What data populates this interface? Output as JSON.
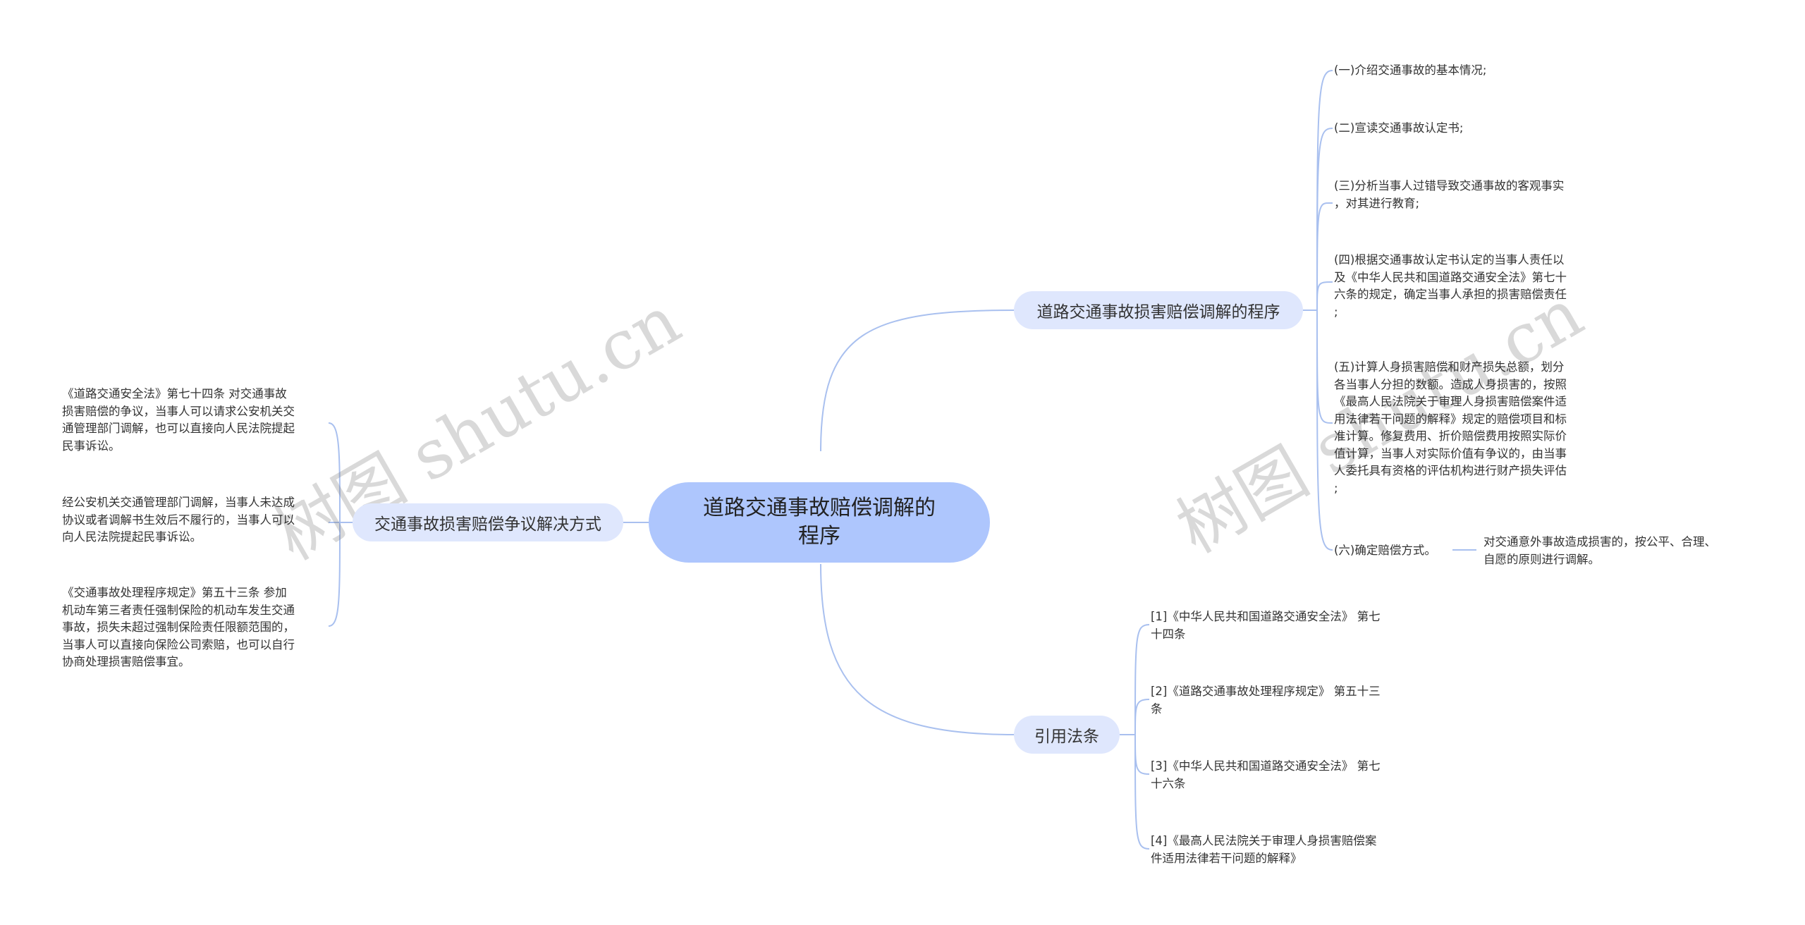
{
  "root": {
    "label": "道路交通事故赔偿调解的\n程序"
  },
  "branches": {
    "procedure": {
      "label": "道路交通事故损害赔偿调解的程序",
      "items": [
        "(一)介绍交通事故的基本情况;",
        "(二)宣读交通事故认定书;",
        "(三)分析当事人过错导致交通事故的客观事实\n，对其进行教育;",
        "(四)根据交通事故认定书认定的当事人责任以\n及《中华人民共和国道路交通安全法》第七十\n六条的规定，确定当事人承担的损害赔偿责任\n;",
        "(五)计算人身损害赔偿和财产损失总额，划分\n各当事人分担的数额。造成人身损害的，按照\n《最高人民法院关于审理人身损害赔偿案件适\n用法律若干问题的解释》规定的赔偿项目和标\n准计算。修复费用、折价赔偿费用按照实际价\n值计算，当事人对实际价值有争议的，由当事\n人委托具有资格的评估机构进行财产损失评估\n;",
        "(六)确定赔偿方式。"
      ],
      "sub_item": "对交通意外事故造成损害的，按公平、合理、\n自愿的原则进行调解。"
    },
    "dispute": {
      "label": "交通事故损害赔偿争议解决方式",
      "items": [
        "《道路交通安全法》第七十四条 对交通事故\n损害赔偿的争议，当事人可以请求公安机关交\n通管理部门调解，也可以直接向人民法院提起\n民事诉讼。",
        "经公安机关交通管理部门调解，当事人未达成\n协议或者调解书生效后不履行的，当事人可以\n向人民法院提起民事诉讼。",
        "《交通事故处理程序规定》第五十三条 参加\n机动车第三者责任强制保险的机动车发生交通\n事故，损失未超过强制保险责任限额范围的，\n当事人可以直接向保险公司索赔，也可以自行\n协商处理损害赔偿事宜。"
      ]
    },
    "citations": {
      "label": "引用法条",
      "items": [
        "[1]《中华人民共和国道路交通安全法》 第七\n十四条",
        "[2]《道路交通事故处理程序规定》 第五十三\n条",
        "[3]《中华人民共和国道路交通安全法》 第七\n十六条",
        "[4]《最高人民法院关于审理人身损害赔偿案\n件适用法律若干问题的解释》"
      ]
    }
  },
  "watermarks": [
    "树图 shutu.cn",
    "树图 shutu.cn"
  ],
  "colors": {
    "root": "#aec6fd",
    "branch": "#dfe7fd",
    "line": "#a9c0ef"
  }
}
